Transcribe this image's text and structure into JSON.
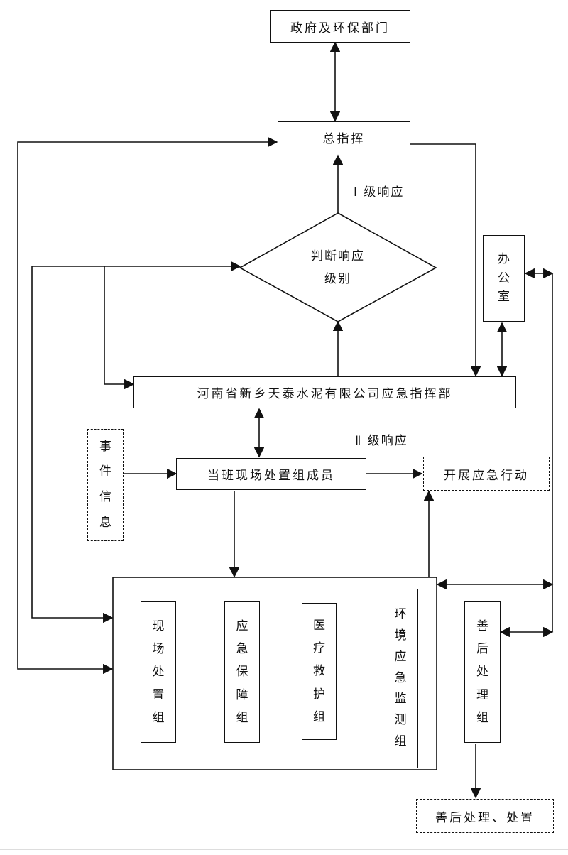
{
  "nodes": {
    "gov": "政府及环保部门",
    "commander": "总指挥",
    "judge_line1": "判断响应",
    "judge_line2": "级别",
    "office": "办公室",
    "hq": "河南省新乡天泰水泥有限公司应急指挥部",
    "event_info": "事件信息",
    "onsite_members": "当班现场处置组成员",
    "emergency_action": "开展应急行动",
    "group_onsite": "现场处置组",
    "group_support": "应急保障组",
    "group_medical": "医疗救护组",
    "group_monitor": "环境应急监测组",
    "group_aftermath": "善后处理组",
    "aftermath_result": "善后处理、处置"
  },
  "labels": {
    "level1": "Ⅰ 级响应",
    "level2": "Ⅱ 级响应"
  },
  "colors": {
    "line": "#111111",
    "background": "#ffffff"
  }
}
